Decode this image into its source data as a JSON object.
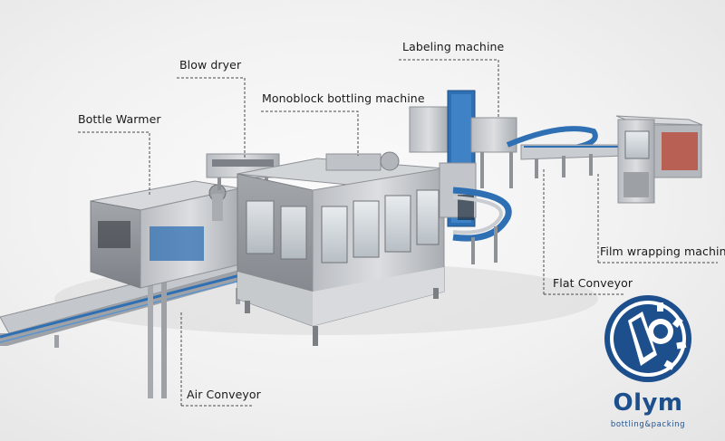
{
  "labels": {
    "labeling_machine": "Labeling machine",
    "blow_dryer": "Blow dryer",
    "monoblock": "Monoblock bottling machine",
    "bottle_warmer": "Bottle Warmer",
    "film_wrapping": "Film wrapping machine",
    "flat_conveyor": "Flat Conveyor",
    "air_conveyor": "Air Conveyor"
  },
  "brand": {
    "name": "Olym",
    "tagline": "bottling&packing",
    "color": "#1d4f8c"
  },
  "colors": {
    "machine_steel": "#c9ccd0",
    "conveyor_blue": "#2f6fb3",
    "background": "#f1f1f1"
  }
}
